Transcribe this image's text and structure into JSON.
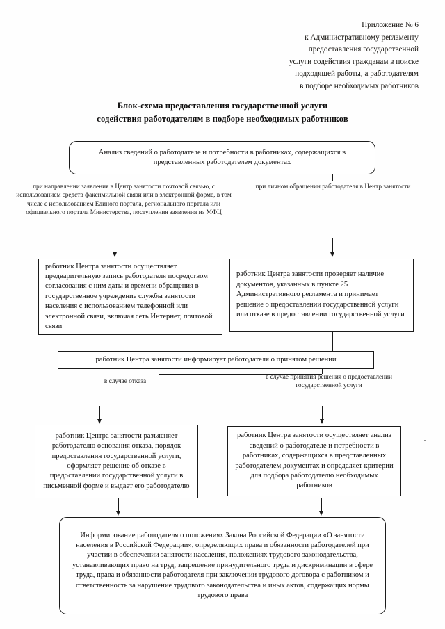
{
  "header": {
    "appendix_lines": [
      "Приложение № 6",
      "к Административному регламенту",
      "предоставления государственной",
      "услуги содействия гражданам в поиске",
      "подходящей работы, а работодателям",
      "в подборе необходимых работников"
    ]
  },
  "title": {
    "line1": "Блок-схема предоставления государственной услуги",
    "line2": "содействия работодателям в подборе необходимых работников"
  },
  "flow": {
    "start_box": "Анализ сведений о работодателе и потребности в работниках, содержащихся в представленных работодателем документах",
    "branch_left_note": "при направлении заявления в Центр занятости  почтовой связью, с использованием средств факсимильной связи или в электронной форме, в том числе с использованием Единого портала, регионального портала или официального портала Министерства, поступления заявления из МФЦ",
    "branch_right_note": "при личном обращении работодателя в Центр занятости",
    "box_left_1": "работник Центра занятости осуществляет предварительную запись работодателя посредством согласования с ним даты и времени обращения в государственное учреждение службы занятости населения с использованием телефонной или электронной связи, включая сеть Интернет, почтовой связи",
    "box_right_1": "работник Центра занятости проверяет наличие документов, указанных в пункте 25 Административного регламента и принимает решение о предоставлении государственной услуги или отказе в предоставлении государственной услуги",
    "box_inform": "работник Центра занятости информирует работодателя о принятом решении",
    "note_refusal": "в случае отказа",
    "note_approval": "в случае принятия решения о предоставлении государственной услуги",
    "box_left_2": "работник Центра занятости разъясняет работодателю основания отказа, порядок предоставления государственной услуги, оформляет решение об отказе в предоставлении государственной услуги в письменной форме и выдает его работодателю",
    "box_right_2": "работник Центра занятости осуществляет анализ сведений о работодателе и потребности в работниках, содержащихся в представленных работодателем документах и определяет критерии для подбора работодателю необходимых работников",
    "box_final": "Информирование работодателя о положениях Закона Российской Федерации «О занятости населения в Российской Федерации», определяющих права и обязанности работодателей при участии в обеспечении занятости населения, положениях трудового законодательства, устанавливающих право на труд, запрещение принудительного труда и дискриминации в сфере труда, права и обязанности работодателя при заключении трудового договора с работником и ответственность за нарушение трудового законодательства и иных актов, содержащих нормы трудового права"
  },
  "colors": {
    "ink": "#1a1a1a",
    "paper": "#fefefe"
  }
}
